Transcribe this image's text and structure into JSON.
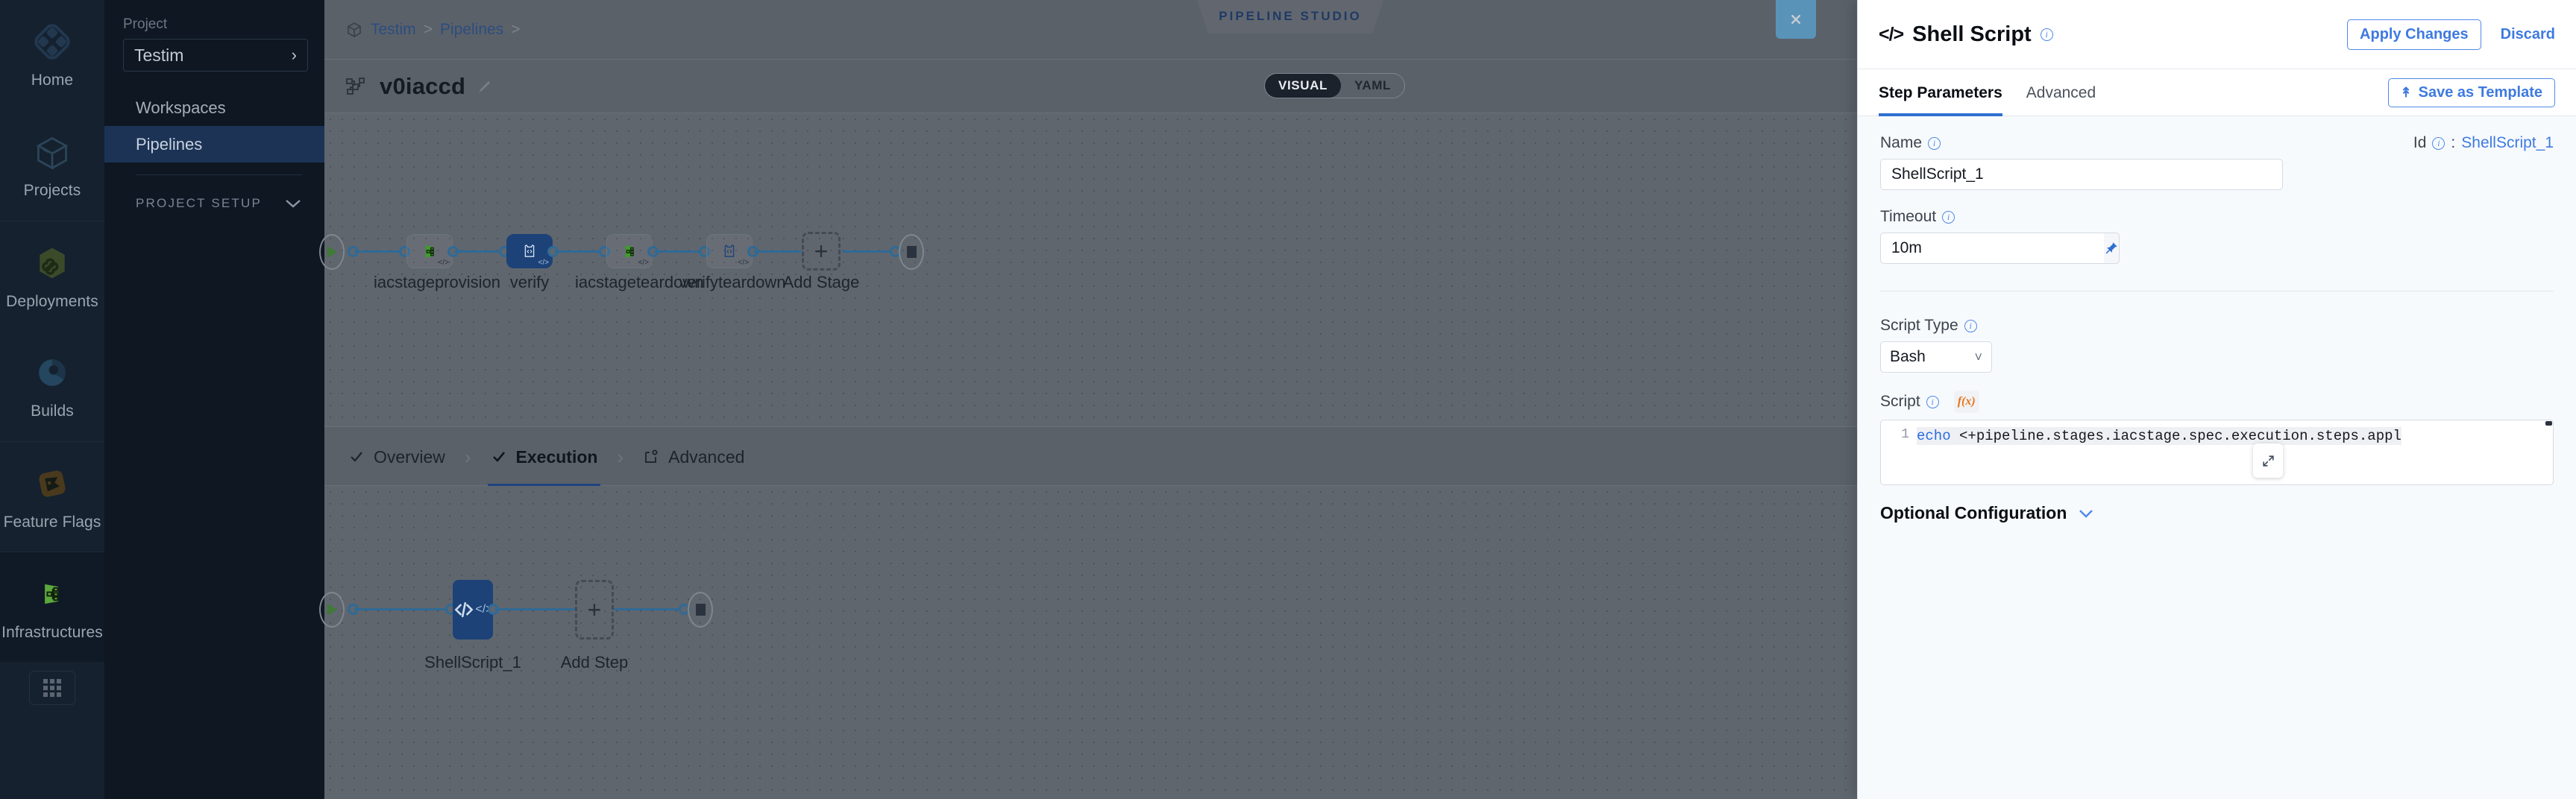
{
  "rail": {
    "items": [
      {
        "label": "Home",
        "icon": "home-diamond-icon"
      },
      {
        "label": "Projects",
        "icon": "projects-box-icon"
      },
      {
        "label": "Deployments",
        "icon": "deployments-infinity-icon"
      },
      {
        "label": "Builds",
        "icon": "builds-pie-icon"
      },
      {
        "label": "Feature Flags",
        "icon": "feature-flags-flag-icon"
      },
      {
        "label": "Infrastructures",
        "icon": "infrastructures-node-icon"
      }
    ],
    "grid_button_icon": "app-grid-icon"
  },
  "sidebar": {
    "project_label": "Project",
    "project_value": "Testim",
    "project_chevron": "chevron-right-icon",
    "items": [
      {
        "label": "Workspaces",
        "active": false
      },
      {
        "label": "Pipelines",
        "active": true
      }
    ],
    "setup_label": "PROJECT SETUP",
    "setup_chevron": "chevron-down-icon"
  },
  "studio": {
    "breadcrumb": [
      "Testim",
      "Pipelines"
    ],
    "breadcrumb_sep": ">",
    "chip_label": "PIPELINE STUDIO",
    "close_icon": "close-icon",
    "pipeline_title": "v0iaccd",
    "pipeline_icon": "pipeline-nodes-icon",
    "edit_icon": "pencil-icon",
    "view_toggle": {
      "options": [
        "VISUAL",
        "YAML"
      ],
      "selected": "VISUAL"
    },
    "stages": [
      {
        "label": "iacstageprovision",
        "selected": false,
        "type": "infra"
      },
      {
        "label": "verify",
        "selected": true,
        "type": "script"
      },
      {
        "label": "iacstageteardown",
        "selected": false,
        "type": "infra"
      },
      {
        "label": "verifyteardown",
        "selected": false,
        "type": "script"
      }
    ],
    "add_stage_label": "Add Stage",
    "step_tabs": [
      {
        "label": "Overview",
        "check": true,
        "current": false
      },
      {
        "label": "Execution",
        "check": true,
        "current": true
      },
      {
        "label": "Advanced",
        "check": false,
        "current": false,
        "icon": "advanced-gear-icon"
      }
    ],
    "steps": [
      {
        "label": "ShellScript_1",
        "selected": true
      }
    ],
    "add_step_label": "Add Step"
  },
  "drawer": {
    "title": "Shell Script",
    "title_icon": "code-brackets-icon",
    "title_info_icon": "info-icon",
    "apply_label": "Apply Changes",
    "discard_label": "Discard",
    "tabs": [
      {
        "label": "Step Parameters",
        "active": true
      },
      {
        "label": "Advanced",
        "active": false
      }
    ],
    "save_template_label": "Save as Template",
    "save_template_icon": "upload-arrow-icon",
    "name_label": "Name",
    "name_value": "ShellScript_1",
    "id_label": "Id",
    "id_sep": ":",
    "id_value": "ShellScript_1",
    "timeout_label": "Timeout",
    "timeout_value": "10m",
    "pin_icon": "pin-icon",
    "script_type_label": "Script Type",
    "script_type_value": "Bash",
    "script_type_chevron": "chevron-down-icon",
    "script_label": "Script",
    "fx_label": "f(x)",
    "script_line_number": "1",
    "script_keyword": "echo",
    "script_text": " <+pipeline.stages.iacstage.spec.execution.steps.appl",
    "expand_icon": "expand-fullscreen-icon",
    "optional_config_label": "Optional Configuration",
    "optional_config_chevron": "chevron-down-icon"
  },
  "colors": {
    "accent_blue": "#3e7ae0",
    "node_selected": "#1c4278",
    "wire": "#2f6a96",
    "close_btn": "#5a93b8",
    "sidebar_dark": "#0e1722",
    "rail_dark": "#15212f"
  }
}
